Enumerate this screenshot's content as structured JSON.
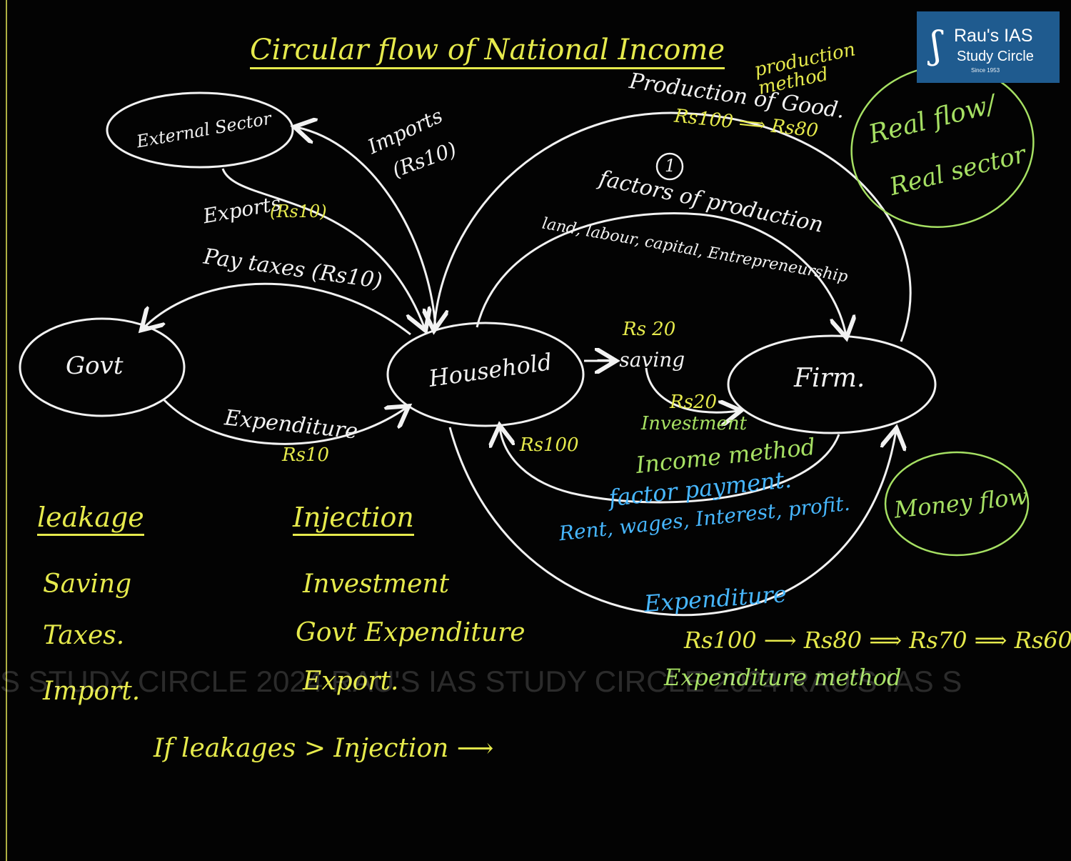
{
  "title": "Circular flow of National Income",
  "logo": {
    "line1": "Rau's IAS",
    "line2": "Study Circle",
    "line3": "Since 1953",
    "glyph": "ʃ"
  },
  "watermark": "S STUDY CIRCLE 2024 RAU'S IAS STUDY CIRCLE 2024 RAU'S IAS S",
  "nodes": {
    "external": "External Sector",
    "govt": "Govt",
    "household": "Household",
    "firm": "Firm."
  },
  "labels": {
    "imports": "Imports",
    "imports_amt": "(Rs10)",
    "exports": "Exports",
    "exports_amt": "(Rs10)",
    "pay_taxes": "Pay taxes (Rs10)",
    "govt_expenditure": "Expenditure",
    "govt_expenditure_amt": "Rs10",
    "production_method": "production method",
    "production_of_good": "Production of Good.",
    "production_amt": "Rs100 ⟹ Rs80",
    "circle_one": "1",
    "factors": "factors of production",
    "factors_list": "land, labour, capital, Entrepreneurship",
    "saving_amt": "Rs 20",
    "saving": "→ saving",
    "invest_amt": "Rs20",
    "investment": "Investment",
    "rs100": "Rs100",
    "income_method": "Income method",
    "factor_payment": "factor payment.",
    "rent_list": "Rent, wages, Interest, profit.",
    "expenditure": "Expenditure",
    "expenditure_chain": "Rs100 ⟶ Rs80 ⟹ Rs70 ⟹ Rs60",
    "expenditure_method": "Expenditure method",
    "real_flow": "Real flow/",
    "real_sector": "Real sector",
    "money_flow": "Money flow"
  },
  "notes": {
    "leakage_head": "leakage",
    "leakages": [
      "Saving",
      "Taxes.",
      "Import."
    ],
    "injection_head": "Injection",
    "injections": [
      "Investment",
      "Govt Expenditure",
      "Export."
    ],
    "footer": "If leakages > Injection ⟶"
  },
  "colors": {
    "chalk_white": "#f2f2f2",
    "chalk_yellow": "#e6ea4c",
    "chalk_green": "#a6e063",
    "chalk_blue": "#47b7ff",
    "logo_bg": "#1f5b8f"
  }
}
